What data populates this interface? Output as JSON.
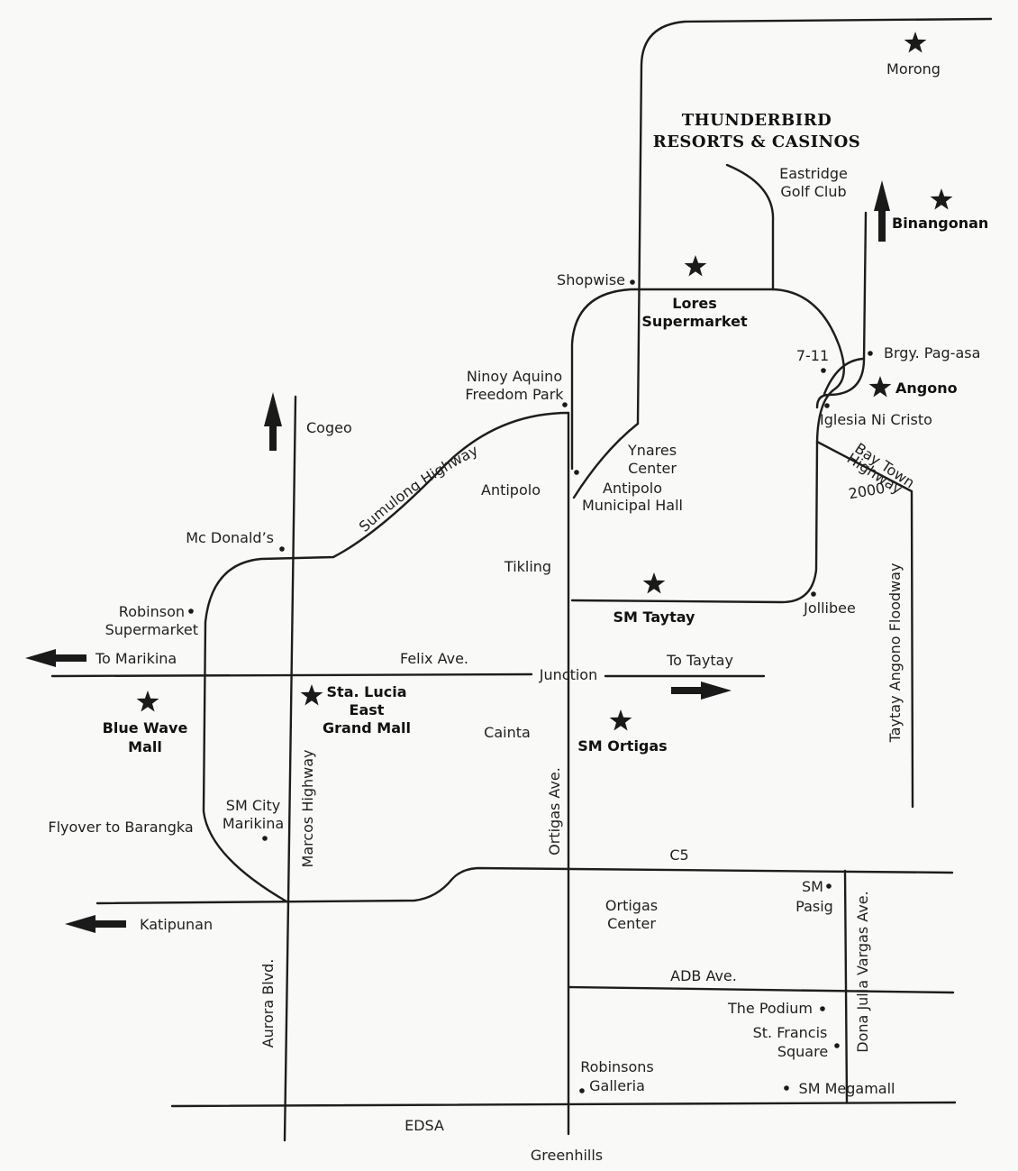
{
  "brand": {
    "line1": "THUNDERBIRD",
    "line2": "RESORTS & CASINOS"
  },
  "roads": {
    "sumulong": "Sumulong Highway",
    "felix": "Felix Ave.",
    "junction": "Junction",
    "ortigas_ave": "Ortigas Ave.",
    "marcos": "Marcos Highway",
    "aurora": "Aurora Blvd.",
    "c5": "C5",
    "adb": "ADB Ave.",
    "edsa": "EDSA",
    "dona_julia": "Dona Julia Vargas Ave.",
    "floodway": "Taytay Angono Floodway",
    "bay_town_1": "Bay Town",
    "bay_town_2": "Highway",
    "bay_town_3": "2000"
  },
  "directions": {
    "to_marikina": "To Marikina",
    "to_taytay": "To Taytay",
    "katipunan": "Katipunan",
    "cogeo": "Cogeo",
    "binangonan": "Binangonan",
    "flyover": "Flyover to Barangka",
    "greenhills": "Greenhills"
  },
  "places": {
    "morong": "Morong",
    "eastridge_1": "Eastridge",
    "eastridge_2": "Golf Club",
    "shopwise": "Shopwise",
    "lores_1": "Lores",
    "lores_2": "Supermarket",
    "seven_eleven": "7-11",
    "pag_asa": "Brgy. Pag-asa",
    "angono": "Angono",
    "iglesia": "Iglesia Ni Cristo",
    "ninoy_1": "Ninoy Aquino",
    "ninoy_2": "Freedom Park",
    "ynares_1": "Ynares",
    "ynares_2": "Center",
    "municipal_1": "Antipolo",
    "municipal_2": "Municipal Hall",
    "antipolo": "Antipolo",
    "tikling": "Tikling",
    "sm_taytay": "SM Taytay",
    "jollibee": "Jollibee",
    "mcdonalds": "Mc Donald’s",
    "robinson_1": "Robinson",
    "robinson_2": "Supermarket",
    "blue_wave_1": "Blue Wave",
    "blue_wave_2": "Mall",
    "sta_lucia_1": "Sta. Lucia",
    "sta_lucia_2": "East",
    "sta_lucia_3": "Grand Mall",
    "cainta": "Cainta",
    "sm_ortigas": "SM Ortigas",
    "sm_marikina_1": "SM City",
    "sm_marikina_2": "Marikina",
    "ortigas_center_1": "Ortigas",
    "ortigas_center_2": "Center",
    "sm_pasig_1": "SM",
    "sm_pasig_2": "Pasig",
    "podium": "The Podium",
    "st_francis_1": "St. Francis",
    "st_francis_2": "Square",
    "robinsons_galleria_1": "Robinsons",
    "robinsons_galleria_2": "Galleria",
    "sm_megamall": "SM Megamall"
  },
  "icons": {
    "star": "star-icon",
    "dot": "location-dot-icon",
    "arrow": "direction-arrow-icon"
  },
  "colors": {
    "ink": "#1a1a1a",
    "paper": "#f9f9f8"
  }
}
